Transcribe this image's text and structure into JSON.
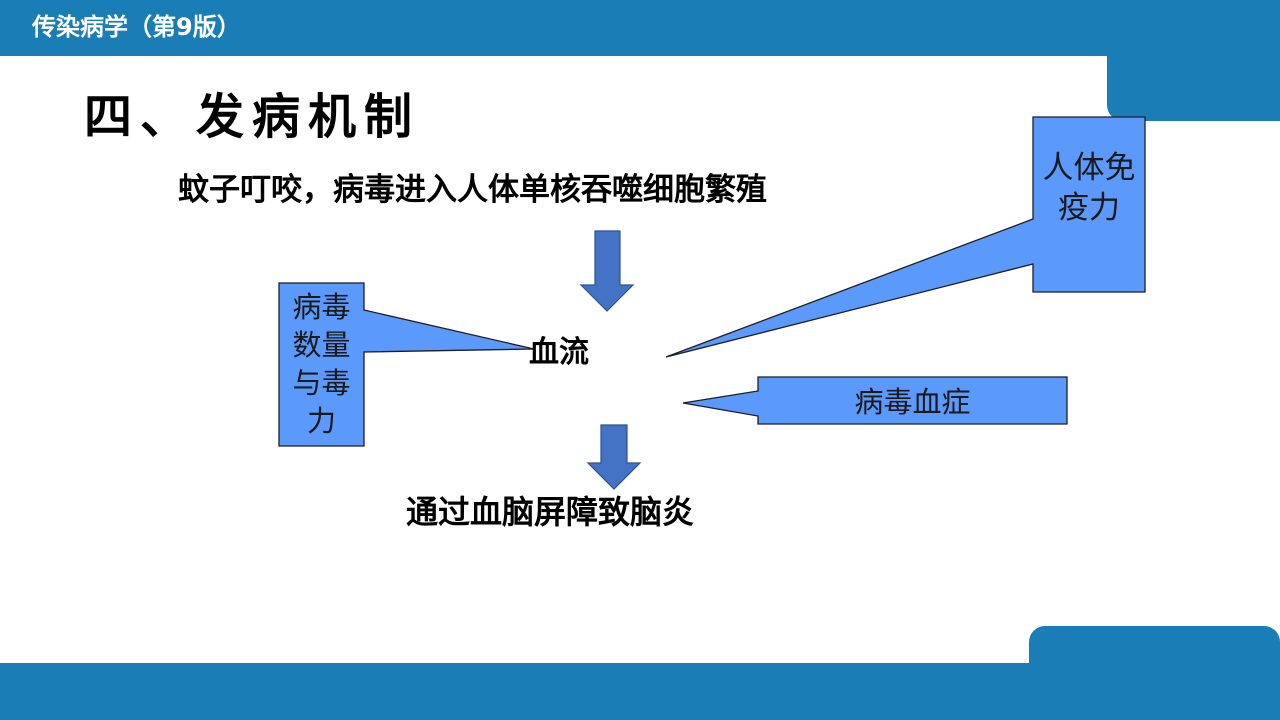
{
  "header": {
    "book_title": "传染病学（第9版）"
  },
  "slide": {
    "title": "四、发病机制"
  },
  "flow": {
    "top": "蚊子叮咬，病毒进入人体单核吞噬细胞繁殖",
    "center": "血流",
    "bottom": "通过血脑屏障致脑炎"
  },
  "callouts": {
    "left": "病毒数量与毒力",
    "right": "人体免疫力",
    "bottom": "病毒血症"
  },
  "colors": {
    "bar": "#1a7db5",
    "callout_fill": "#5b99fc",
    "arrow_fill": "#4472c4"
  }
}
